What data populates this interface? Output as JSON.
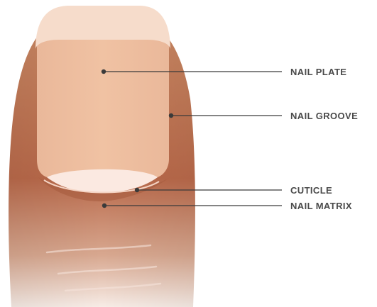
{
  "labels": {
    "nail_plate": "NAIL PLATE",
    "nail_groove": "NAIL GROOVE",
    "cuticle": "CUTICLE",
    "nail_matrix": "NAIL MATRIX"
  },
  "colors": {
    "skin_dark": "#b9694a",
    "skin_mid": "#c98863",
    "skin_light": "#f7ece6",
    "nail_plate": "#f0c2a3",
    "nail_tip": "#f6dccb",
    "lunula": "#fbe9e1",
    "leader_line": "#3a3a3a",
    "label_text": "#4a4a4a"
  }
}
